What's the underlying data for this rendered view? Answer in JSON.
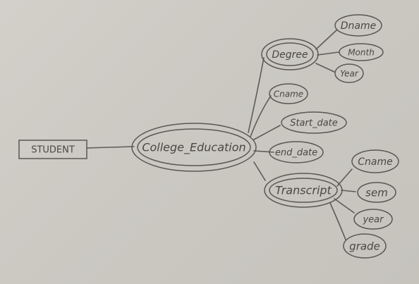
{
  "diagram": {
    "entity": "STUDENT",
    "composite": "College_Education",
    "degree": "Degree",
    "degree_parts": [
      "Dname",
      "Month",
      "Year"
    ],
    "attributes": [
      "Cname",
      "Start_date",
      "end_date"
    ],
    "transcript": "Transcript",
    "transcript_parts": [
      "Cname",
      "sem",
      "year",
      "grade"
    ]
  },
  "colors": {
    "paper": "#cfccc6",
    "pencil": "#5a5753"
  }
}
